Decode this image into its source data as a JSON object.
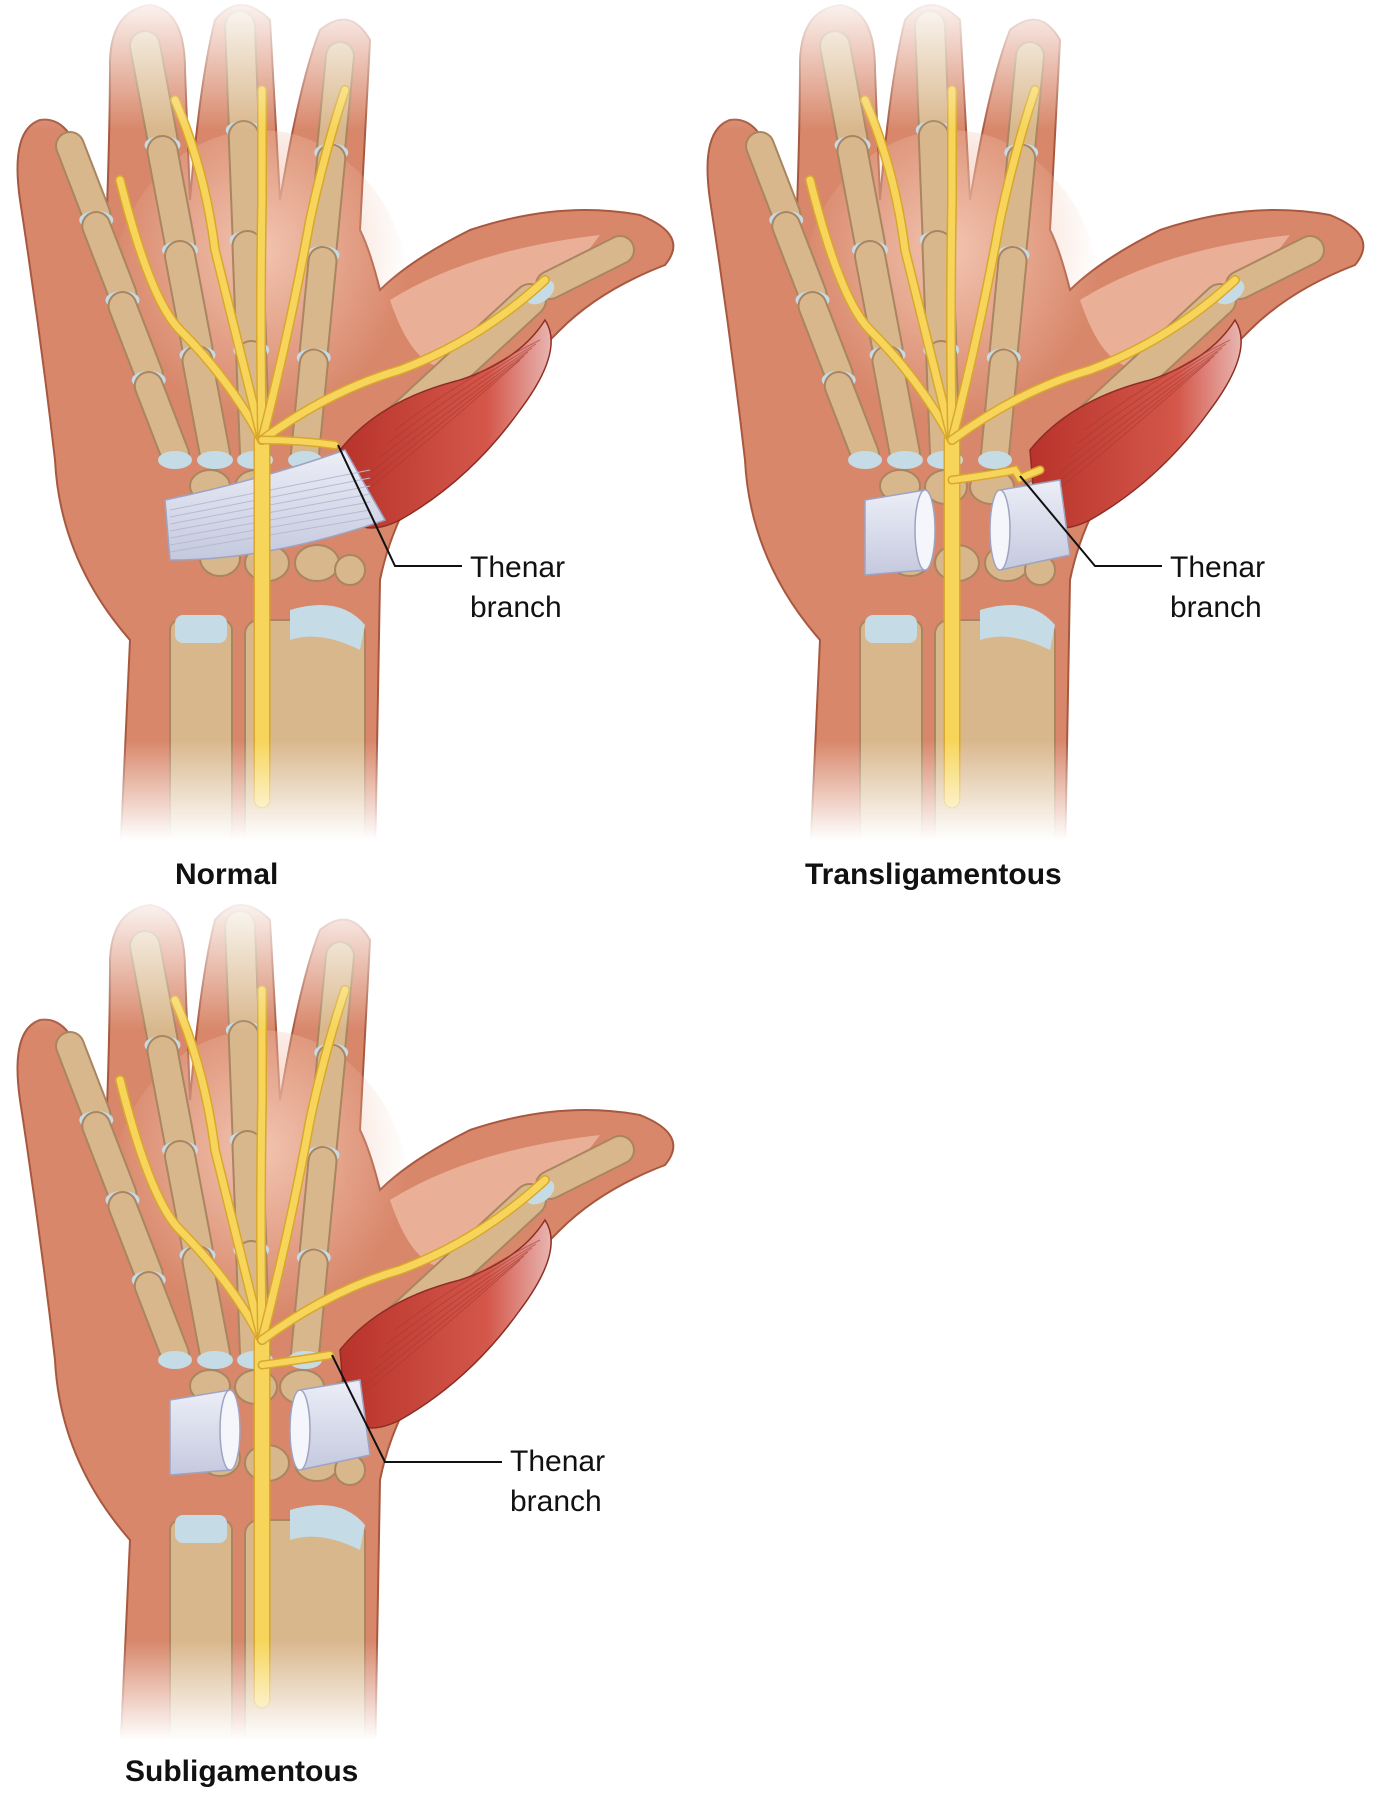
{
  "panels": [
    {
      "variant": "normal",
      "caption": "Normal",
      "callout_line1": "Thenar",
      "callout_line2": "branch"
    },
    {
      "variant": "transligamentous",
      "caption": "Transligamentous",
      "callout_line1": "Thenar",
      "callout_line2": "branch"
    },
    {
      "variant": "subligamentous",
      "caption": "Subligamentous",
      "callout_line1": "Thenar",
      "callout_line2": "branch"
    }
  ],
  "colors": {
    "skin": "#d8876a",
    "skin_light": "#efb9a2",
    "bone": "#d9b78c",
    "bone_edge": "#a98560",
    "cartilage": "#c5dbe6",
    "nerve": "#f7d55a",
    "nerve_edge": "#d8a72c",
    "muscle": "#c94a3d",
    "ligament": "#d9dcec",
    "leader": "#111111"
  }
}
